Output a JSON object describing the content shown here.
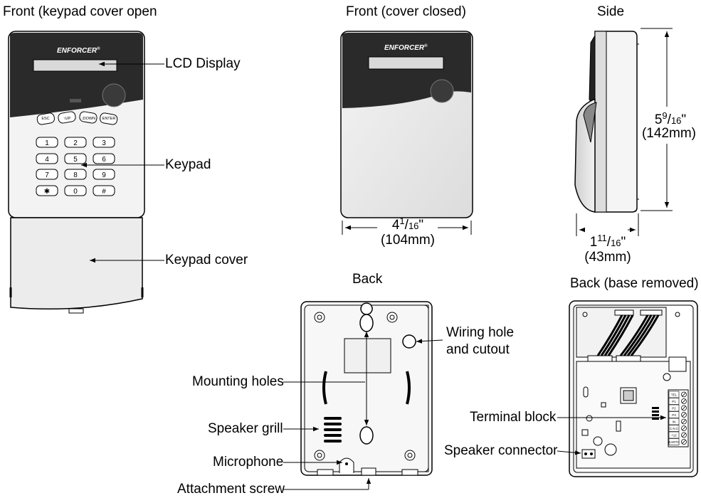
{
  "titles": {
    "front_open": "Front (keypad cover open",
    "front_closed": "Front (cover closed)",
    "side": "Side",
    "back": "Back",
    "back_removed": "Back (base removed)"
  },
  "brand": "ENFORCER",
  "brand_mark": "®",
  "callouts": {
    "lcd_display": "LCD Display",
    "keypad": "Keypad",
    "keypad_cover": "Keypad cover",
    "wiring_hole_1": "Wiring hole",
    "wiring_hole_2": "and cutout",
    "mounting_holes": "Mounting holes",
    "speaker_grill": "Speaker grill",
    "microphone": "Microphone",
    "attachment_screw": "Attachment screw",
    "terminal_block": "Terminal block",
    "speaker_connector": "Speaker connector"
  },
  "keys": {
    "function": [
      "ESC",
      "↑UP",
      "↓DOWN",
      "ENTER"
    ],
    "digits": [
      "1",
      "2",
      "3",
      "4",
      "5",
      "6",
      "7",
      "8",
      "9",
      "✱",
      "0",
      "#"
    ]
  },
  "dimensions": {
    "width_whole": "4",
    "width_num": "1",
    "width_den": "16",
    "width_mm": "(104mm)",
    "height_whole": "5",
    "height_num": "9",
    "height_den": "16",
    "height_mm": "(142mm)",
    "depth_whole": "1",
    "depth_num": "11",
    "depth_den": "16",
    "depth_mm": "(43mm)",
    "inch_mark": "\""
  },
  "terminal_labels": [
    "TEL",
    "P1",
    "P2",
    "P3",
    "IN",
    "C.N.C",
    "+12",
    "EARTH"
  ]
}
